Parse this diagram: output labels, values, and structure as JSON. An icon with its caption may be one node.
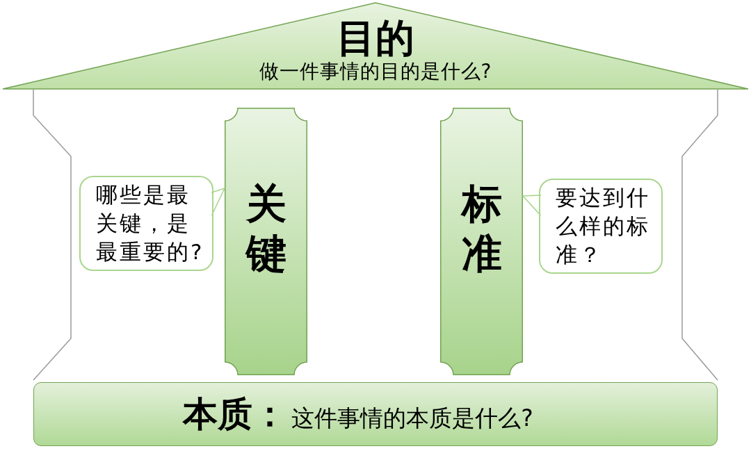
{
  "diagram": {
    "nodes": [
      {
        "text": [
          "目的",
          "做一件事情的目的是什么?"
        ]
      },
      {
        "text": [
          "哪些是最关键，是最重要的?"
        ]
      },
      {
        "text": [
          "关键"
        ]
      },
      {
        "text": [
          "标准"
        ]
      },
      {
        "text": [
          "要达到什么样的标准？"
        ]
      },
      {
        "text": [
          "本质：",
          "这件事情的本质是什么?"
        ]
      }
    ],
    "edges": [
      {
        "from": 1,
        "to": 2,
        "arrow": "none"
      },
      {
        "from": 4,
        "to": 3,
        "arrow": "none"
      }
    ]
  }
}
